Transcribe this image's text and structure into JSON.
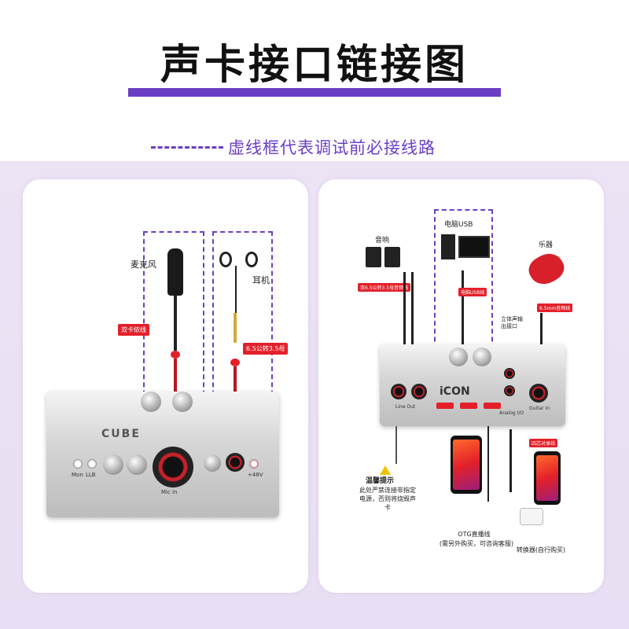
{
  "header": {
    "title": "声卡接口链接图",
    "legend_text": "虚线框代表调试前必接线路"
  },
  "left_panel": {
    "mic_label": "麦克风",
    "earphone_label": "耳机",
    "mic_cable_tag": "双卡侬线",
    "ear_adapter_tag": "6.5公转3.5母",
    "device_brand": "CUBE",
    "mon_label": "Mon",
    "llb_label": "LLB",
    "mic_in_label": "Mic in",
    "phantom_label": "+48V"
  },
  "right_panel": {
    "speaker_label": "音响",
    "pc_label": "电脑USB",
    "instrument_label": "乐器",
    "speaker_cable_tag": "双6.5公转3.5母音频线",
    "usb_cable_tag": "电脑USB线",
    "guitar_cable_tag": "6.5mm音频线",
    "stereo_out_label": "立体声输出接口",
    "device_brand": "iCON",
    "line_out_label": "Line Out",
    "guitar_in_label": "Guitar in",
    "analog_io_label": "Analog I/O",
    "warning_title": "温馨提示",
    "warning_text": "此处严禁连接非指定电源，否则将烧毁声卡",
    "four_wire_tag": "四芯对录线",
    "otg_label": "OTG直播线",
    "otg_note": "(需另外购买，可咨询客服)",
    "converter_label": "转换器(自行购买)"
  },
  "colors": {
    "accent": "#6a3fc4",
    "tag_red": "#e3202a"
  }
}
